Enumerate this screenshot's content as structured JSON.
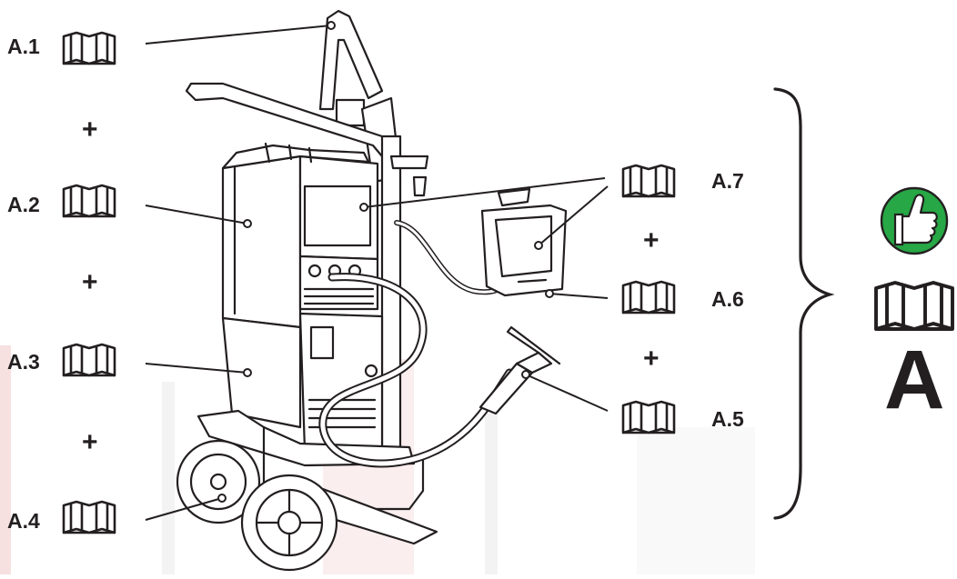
{
  "labels": {
    "a1": "A.1",
    "a2": "A.2",
    "a3": "A.3",
    "a4": "A.4",
    "a5": "A.5",
    "a6": "A.6",
    "a7": "A.7"
  },
  "plus_sign": "+",
  "set_letter": "A",
  "icons": {
    "manual": "open-book-icon",
    "approval": "thumbs-up-icon"
  },
  "colors": {
    "ink": "#231f20",
    "approval_green": "#27a745",
    "watermark": "#e8a5a5"
  }
}
